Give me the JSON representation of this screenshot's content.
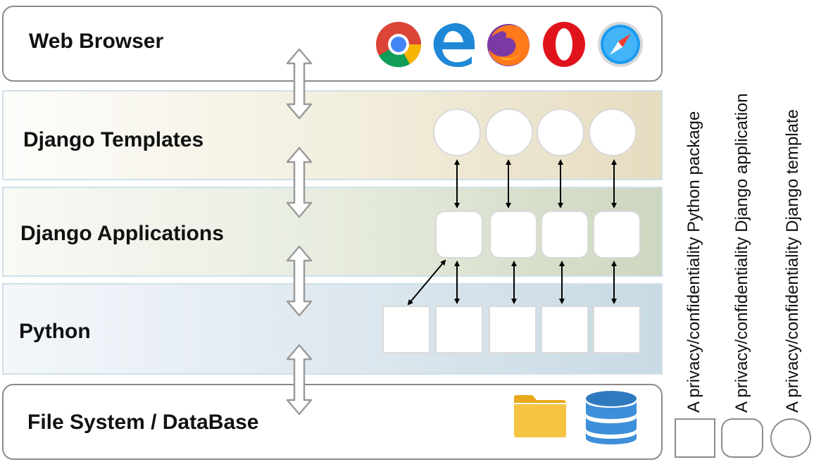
{
  "layers": {
    "browser": "Web Browser",
    "templates": "Django Templates",
    "applications": "Django Applications",
    "python": "Python",
    "storage": "File System / DataBase"
  },
  "browser_icons": [
    "chrome-icon",
    "edge-icon",
    "firefox-icon",
    "opera-icon",
    "safari-icon"
  ],
  "storage_icons": [
    "folder-icon",
    "database-icon"
  ],
  "legend": {
    "package": "A privacy/confidentiality Python package",
    "application": "A privacy/confidentiality Django application",
    "template": "A privacy/confidentiality Django template"
  },
  "colors": {
    "border": "#8a8a8a",
    "templates_band": "#e6dcc0",
    "applications_band": "#cdd7bf",
    "python_band": "#c8dae4"
  }
}
